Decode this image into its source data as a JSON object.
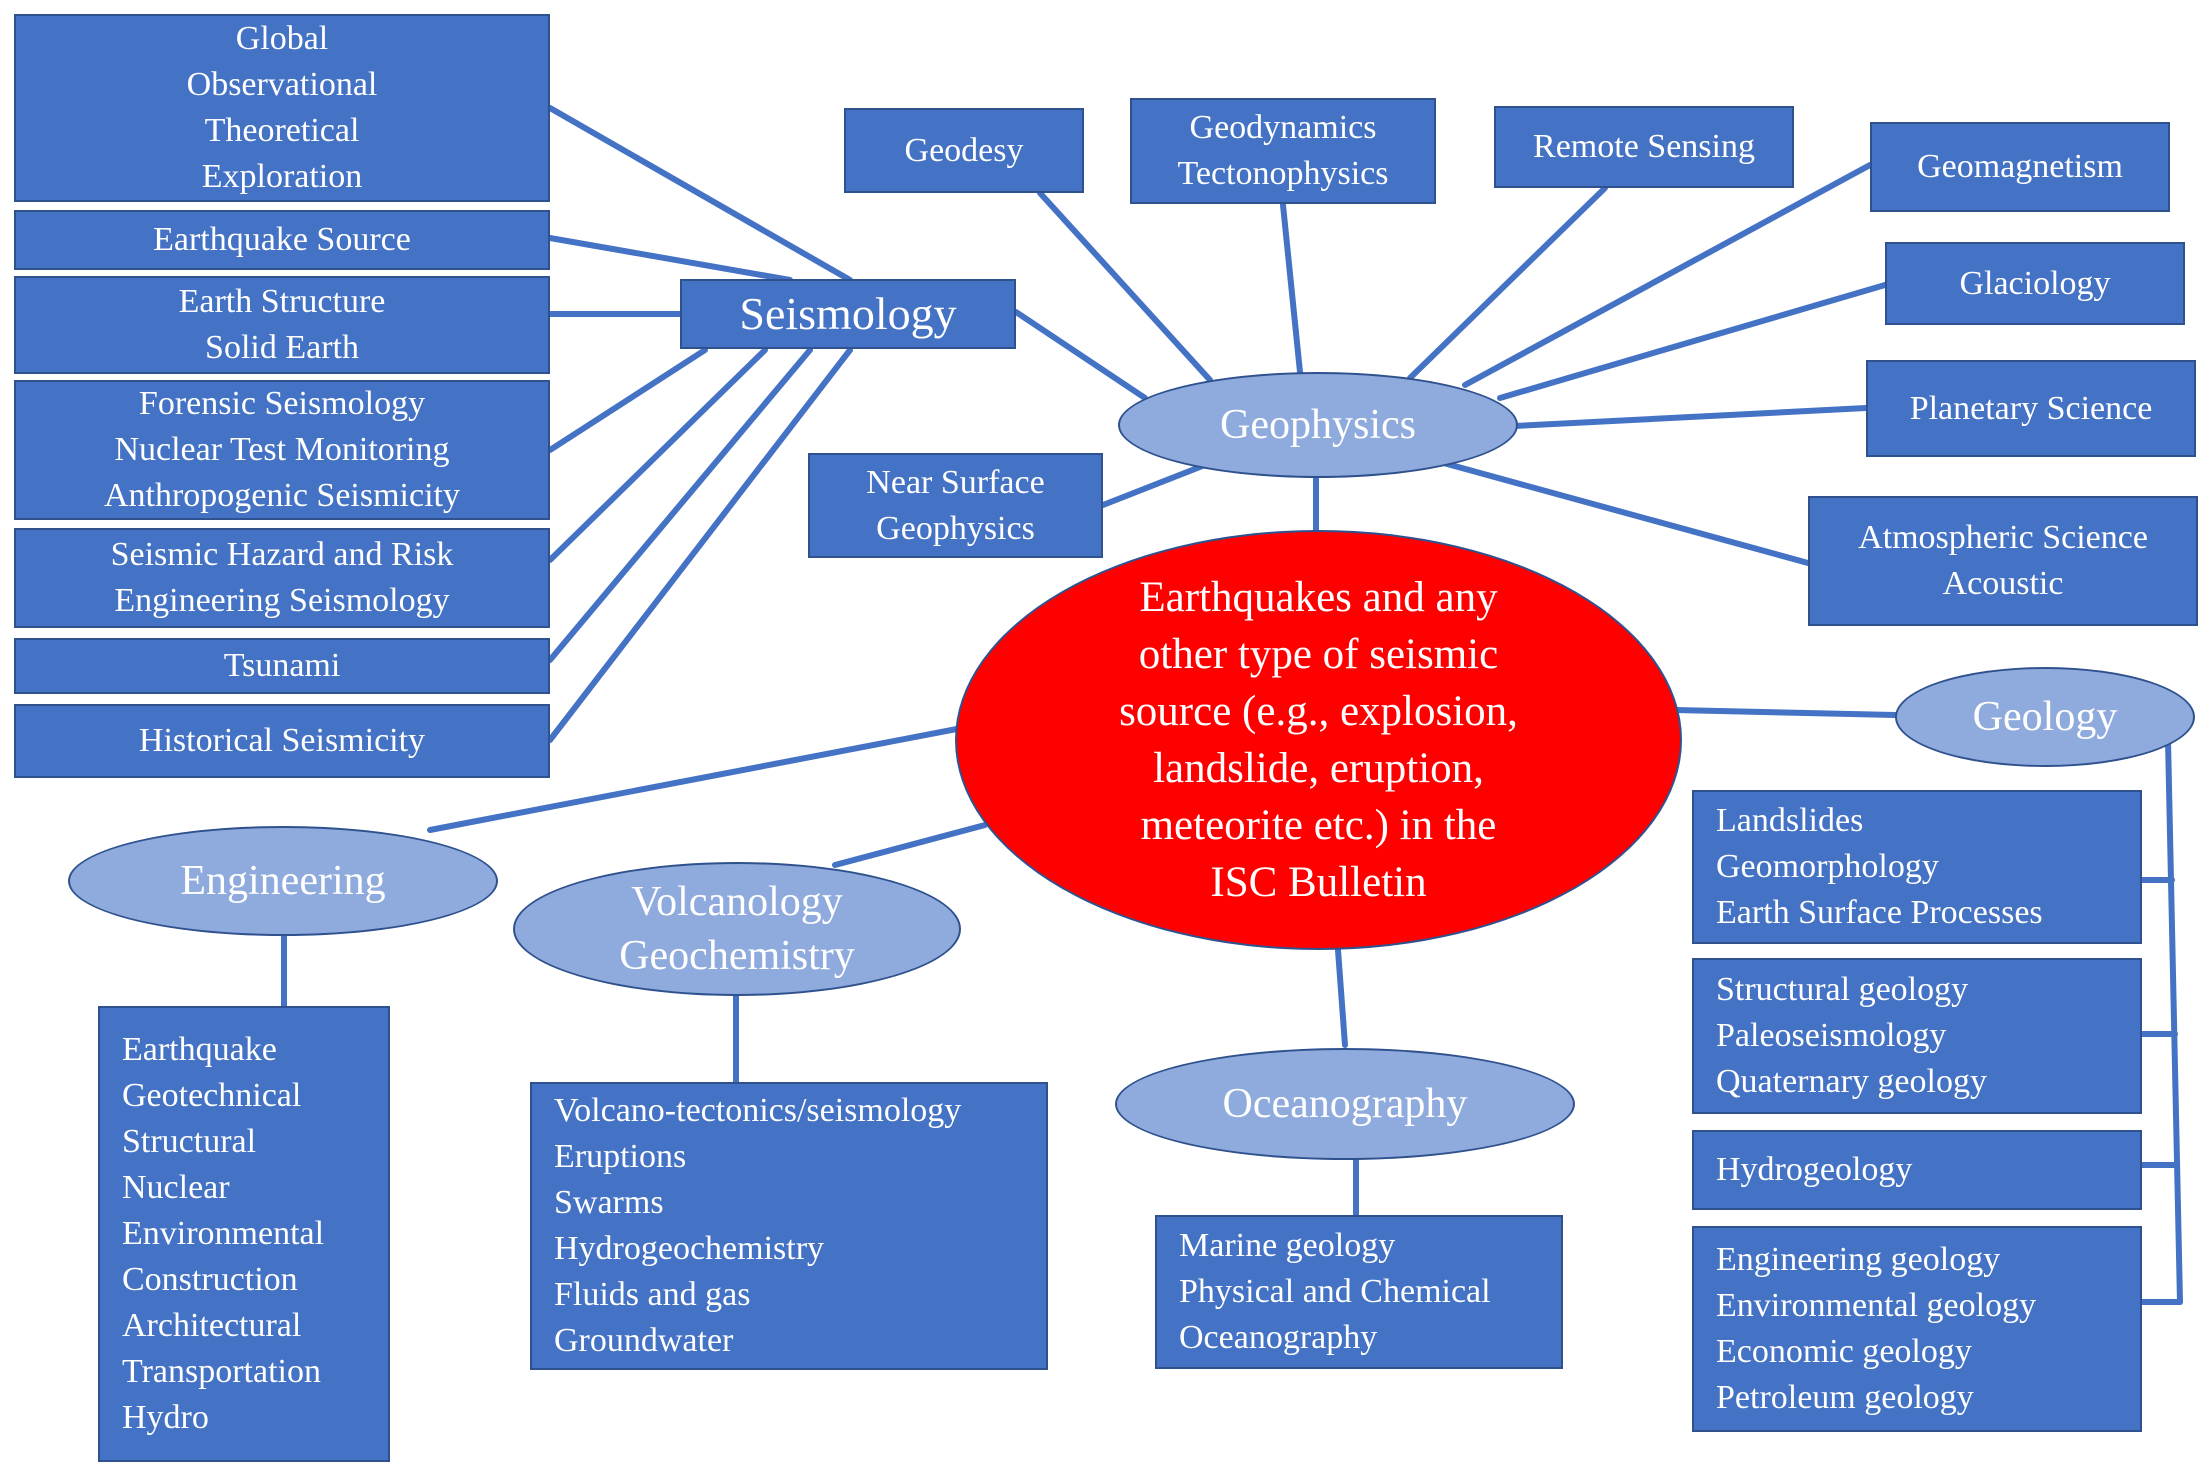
{
  "center": {
    "lines": [
      "Earthquakes and any",
      "other type of seismic",
      "source (e.g., explosion,",
      "landslide, eruption,",
      "meteorite etc.) in the",
      "ISC Bulletin"
    ]
  },
  "seismology": {
    "label": "Seismology",
    "boxes": [
      [
        "Global",
        "Observational",
        "Theoretical",
        "Exploration"
      ],
      [
        "Earthquake Source"
      ],
      [
        "Earth Structure",
        "Solid Earth"
      ],
      [
        "Forensic Seismology",
        "Nuclear Test Monitoring",
        "Anthropogenic Seismicity"
      ],
      [
        "Seismic Hazard and Risk",
        "Engineering Seismology"
      ],
      [
        "Tsunami"
      ],
      [
        "Historical Seismicity"
      ]
    ]
  },
  "geophysics": {
    "label": "Geophysics",
    "boxes": [
      [
        "Geodesy"
      ],
      [
        "Geodynamics",
        "Tectonophysics"
      ],
      [
        "Remote Sensing"
      ],
      [
        "Geomagnetism"
      ],
      [
        "Glaciology"
      ],
      [
        "Planetary Science"
      ],
      [
        "Atmospheric Science",
        "Acoustic"
      ],
      [
        "Near Surface",
        "Geophysics"
      ]
    ]
  },
  "geology": {
    "label": "Geology",
    "boxes": [
      [
        "Landslides",
        "Geomorphology",
        "Earth Surface Processes"
      ],
      [
        "Structural geology",
        "Paleoseismology",
        "Quaternary geology"
      ],
      [
        "Hydrogeology"
      ],
      [
        "Engineering geology",
        "Environmental geology",
        "Economic geology",
        "Petroleum geology"
      ]
    ]
  },
  "engineering": {
    "label": "Engineering",
    "box": [
      "Earthquake",
      "Geotechnical",
      "Structural",
      "Nuclear",
      "Environmental",
      "Construction",
      "Architectural",
      "Transportation",
      "Hydro"
    ]
  },
  "volcanology": {
    "label_lines": [
      "Volcanology",
      "Geochemistry"
    ],
    "box": [
      "Volcano-tectonics/seismology",
      "Eruptions",
      "Swarms",
      "Hydrogeochemistry",
      "Fluids and gas",
      "Groundwater"
    ]
  },
  "oceanography": {
    "label": "Oceanography",
    "box": [
      "Marine geology",
      "Physical and Chemical",
      "Oceanography"
    ]
  },
  "colors": {
    "box_fill": "#4472c4",
    "box_border": "#2f528f",
    "oval_fill": "#8faadc",
    "center_fill": "#ff0000",
    "connector": "#4472c4",
    "text": "#ffffff"
  }
}
